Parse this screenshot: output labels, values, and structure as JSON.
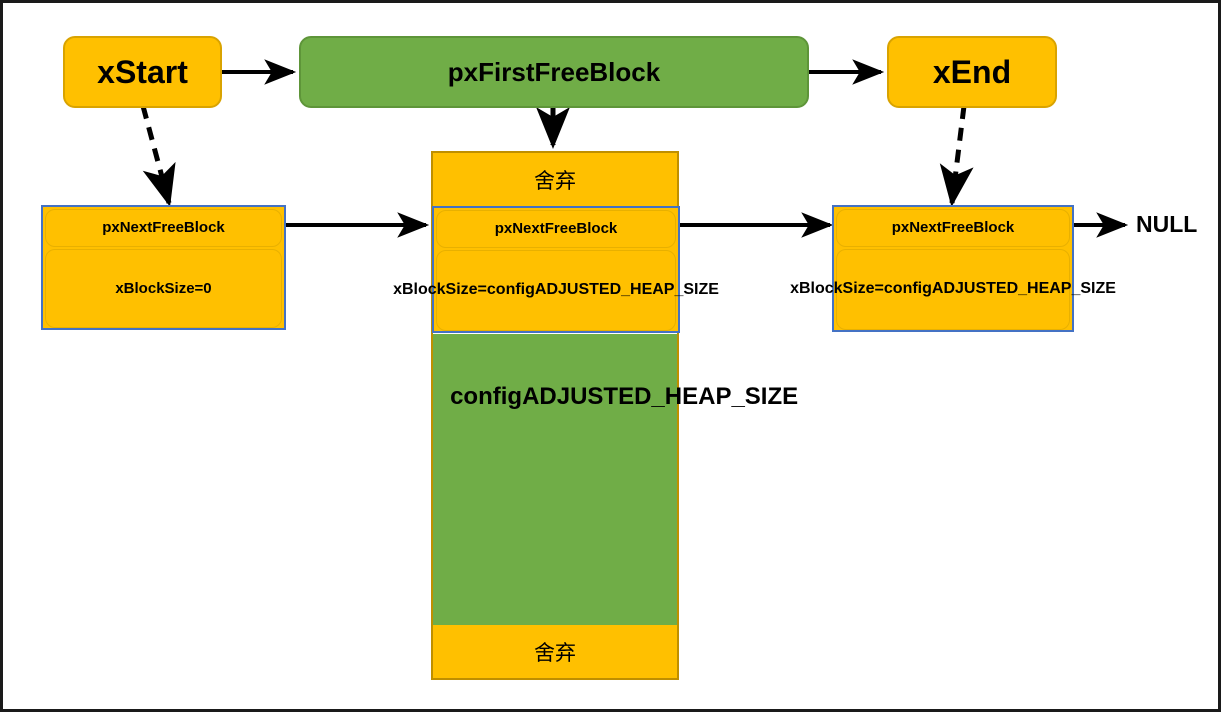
{
  "diagram": {
    "title_nodes": {
      "x_start": "xStart",
      "px_first_free_block": "pxFirstFreeBlock",
      "x_end": "xEnd"
    },
    "struct_left": {
      "next_field": "pxNextFreeBlock",
      "size_field": "xBlockSize=0"
    },
    "struct_middle": {
      "next_field": "pxNextFreeBlock",
      "size_field": "xBlockSize=configADJUSTED_HEAP_SIZE"
    },
    "struct_right": {
      "next_field": "pxNextFreeBlock",
      "size_field": "xBlockSize=configADJUSTED_HEAP_SIZE"
    },
    "memory_column": {
      "top_band": "舍弃",
      "heap_region": "configADJUSTED_HEAP_SIZE",
      "bottom_band": "舍弃"
    },
    "null_label": "NULL",
    "colors": {
      "orange": "#FFC000",
      "orange_border": "#D9A300",
      "green": "#70AD47",
      "green_border": "#5E9539",
      "struct_border": "#4472C4",
      "arrow": "#000000",
      "frame": "#1a1a1a",
      "text": "#000000"
    }
  }
}
